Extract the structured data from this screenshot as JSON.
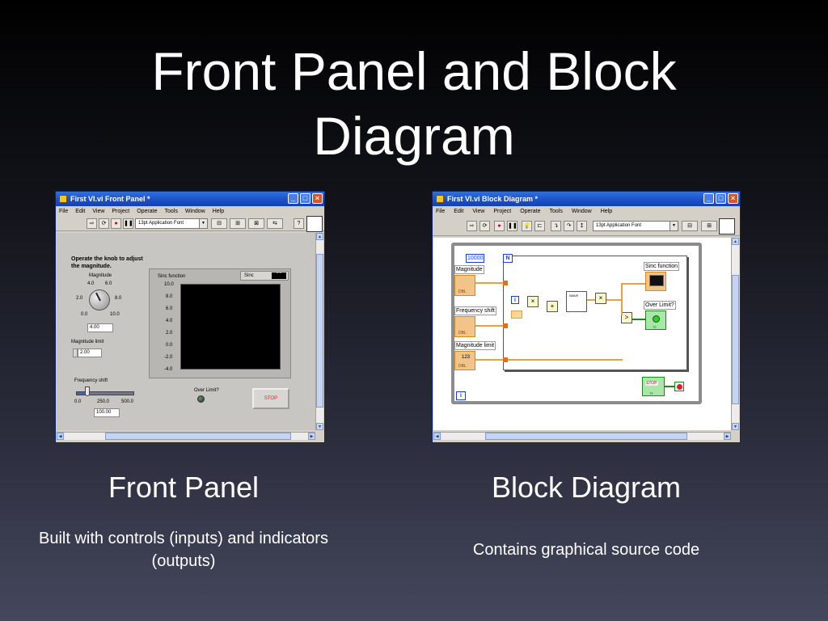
{
  "slide": {
    "title": "Front Panel and Block Diagram"
  },
  "front_panel_caption": {
    "title": "Front Panel",
    "subtitle": "Built with controls (inputs) and indicators (outputs)"
  },
  "block_diagram_caption": {
    "title": "Block Diagram",
    "subtitle": "Contains graphical source code"
  },
  "menu_items": [
    "File",
    "Edit",
    "View",
    "Project",
    "Operate",
    "Tools",
    "Window",
    "Help"
  ],
  "font_selector": "13pt Application Font",
  "front_panel_window": {
    "title": "First VI.vi Front Panel *",
    "instructions": "Operate the knob to adjust the magnitude.",
    "knob": {
      "label": "Magnitude",
      "scale": [
        "4.0",
        "6.0",
        "2.0",
        "8.0",
        "0.0",
        "10.0"
      ],
      "value": "4.00",
      "level_fraction": 0.4
    },
    "magnitude_limit": {
      "label": "Magnitude limit",
      "value": "2.00"
    },
    "frequency_shift": {
      "label": "Frequency shift",
      "scale": [
        "0.0",
        "250.0",
        "500.0"
      ],
      "value": "100.00",
      "level_fraction": 0.2
    },
    "graph": {
      "label": "Sinc function",
      "plot_legend": "Sinc",
      "y_ticks": [
        "10.0",
        "8.0",
        "6.0",
        "4.0",
        "2.0",
        "0.0",
        "-2.0",
        "-4.0"
      ]
    },
    "over_limit": {
      "label": "Over Limit?"
    },
    "stop": {
      "label": "STOP"
    }
  },
  "block_diagram_window": {
    "title": "First VI.vi Block Diagram *",
    "loop_count_constant": "10000",
    "loop_count_terminal": "N",
    "iteration_terminal": "i",
    "loop_iteration_terminal": "i",
    "labels": {
      "magnitude": "Magnitude",
      "frequency_shift": "Frequency shift",
      "magnitude_limit": "Magnitude limit",
      "sinc_function": "Sinc function",
      "over_limit": "Over Limit?",
      "stop": "STOP",
      "wave_vi": "WAVE"
    },
    "terminal_types": {
      "magnitude": "DBL",
      "frequency_shift": "DBL",
      "magnitude_limit": "DBL",
      "sinc_function": "",
      "over_limit": "TF",
      "stop": "TF"
    },
    "numeric_glyph": "123"
  },
  "colors": {
    "titlebar": "#1a4fc8",
    "window_bg": "#d4d0c8",
    "orange_wire": "#e8a040",
    "boolean_green": "#1b8a1b"
  }
}
